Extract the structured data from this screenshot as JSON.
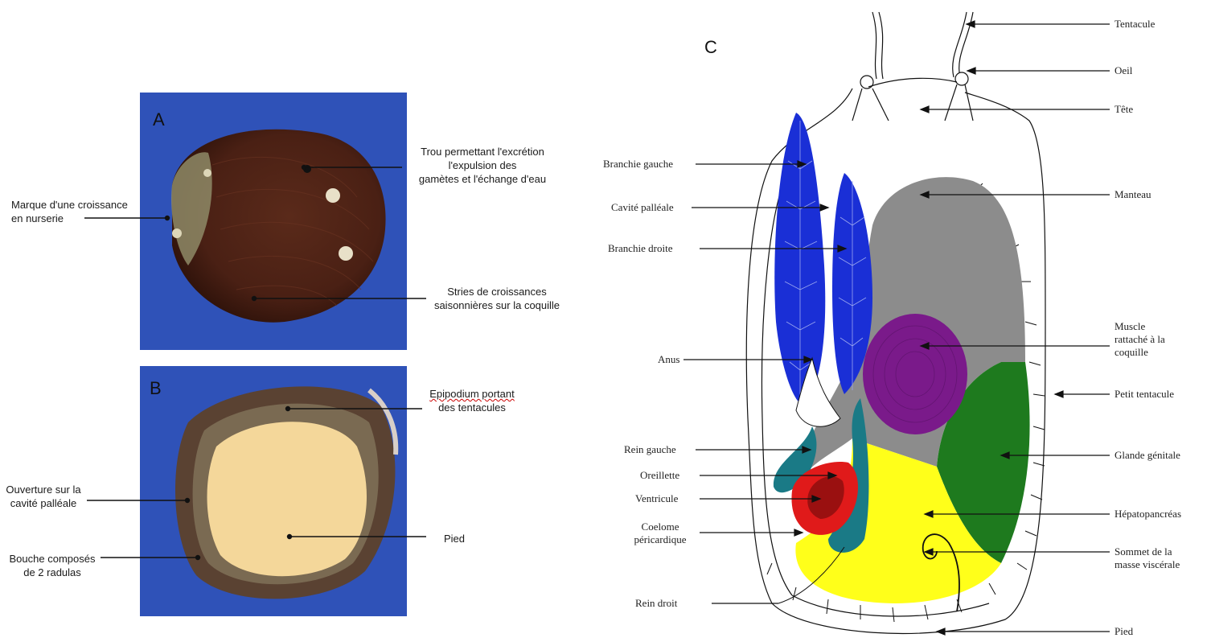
{
  "panel_a": {
    "letter": "A",
    "labels": {
      "nursery_mark": [
        "Marque d'une croissance",
        "en nurserie"
      ],
      "excretion_hole": [
        "Trou permettant l'excrétion",
        "l'expulsion des",
        "gamètes et l'échange d'eau"
      ],
      "growth_striae": [
        "Stries de croissances",
        "saisonnières sur la coquille"
      ]
    }
  },
  "panel_b": {
    "letter": "B",
    "labels": {
      "epipodium": [
        "Epipodium portant",
        "des tentacules"
      ],
      "pallial_opening": [
        "Ouverture sur la",
        "cavité palléale"
      ],
      "mouth": [
        "Bouche composés",
        "de 2 radulas"
      ],
      "foot": "Pied"
    }
  },
  "panel_c": {
    "letter": "C",
    "right_labels": {
      "tentacule": "Tentacule",
      "oeil": "Oeil",
      "tete": "Tête",
      "manteau": "Manteau",
      "muscle": [
        "Muscle",
        "rattaché à la",
        "coquille"
      ],
      "petit_tentacule": "Petit tentacule",
      "glande": "Glande génitale",
      "hepato": "Hépatopancréas",
      "sommet": [
        "Sommet de la",
        "masse viscérale"
      ],
      "pied": "Pied"
    },
    "left_labels": {
      "branchie_gauche": "Branchie gauche",
      "cavite_palleale": "Cavité palléale",
      "branchie_droite": "Branchie droite",
      "anus": "Anus",
      "rein_gauche": "Rein gauche",
      "oreillette": "Oreillette",
      "ventricule": "Ventricule",
      "coelome": [
        "Coelome",
        "péricardique"
      ],
      "rein_droit": "Rein droit"
    },
    "colors": {
      "gills": "#1a2fd6",
      "mantle": "#8c8c8c",
      "muscle": "#7a1a8a",
      "gonad": "#1e7a1e",
      "hepatopancreas": "#ffff1a",
      "kidney": "#1a7a86",
      "heart": "#e01a1a"
    }
  }
}
